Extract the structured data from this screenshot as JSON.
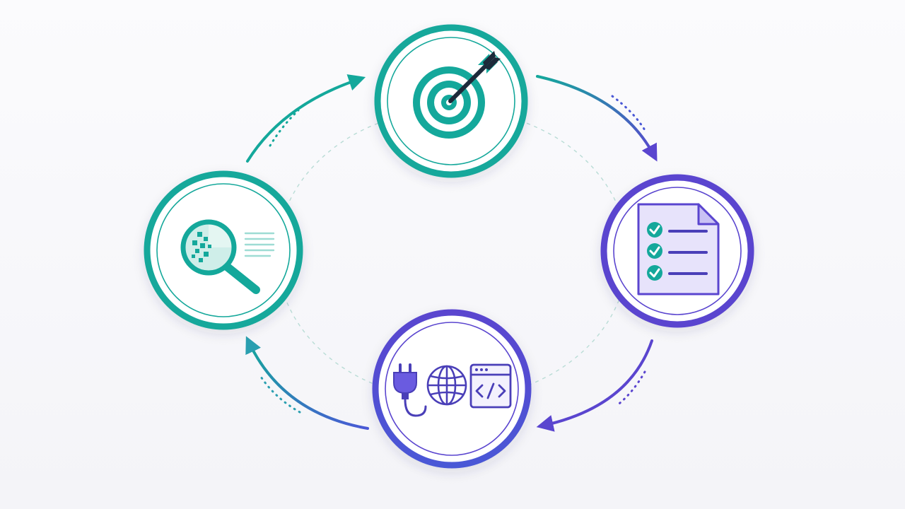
{
  "colors": {
    "teal": "#14a89b",
    "teal_light": "#cfeee9",
    "purple": "#5a45cf",
    "purple_light": "#e7e3fb",
    "white": "#ffffff",
    "guide": "#b9dcd6"
  },
  "cycle": {
    "direction": "clockwise",
    "nodes": [
      {
        "id": "goal",
        "icon": "target-with-arrow-icon",
        "ring_color": "teal"
      },
      {
        "id": "checklist",
        "icon": "checklist-document-icon",
        "ring_color": "purple"
      },
      {
        "id": "integration",
        "icon": "plug-globe-code-window-icons",
        "ring_color": "purple-to-blue"
      },
      {
        "id": "research",
        "icon": "magnifying-glass-document-icon",
        "ring_color": "teal"
      }
    ]
  }
}
